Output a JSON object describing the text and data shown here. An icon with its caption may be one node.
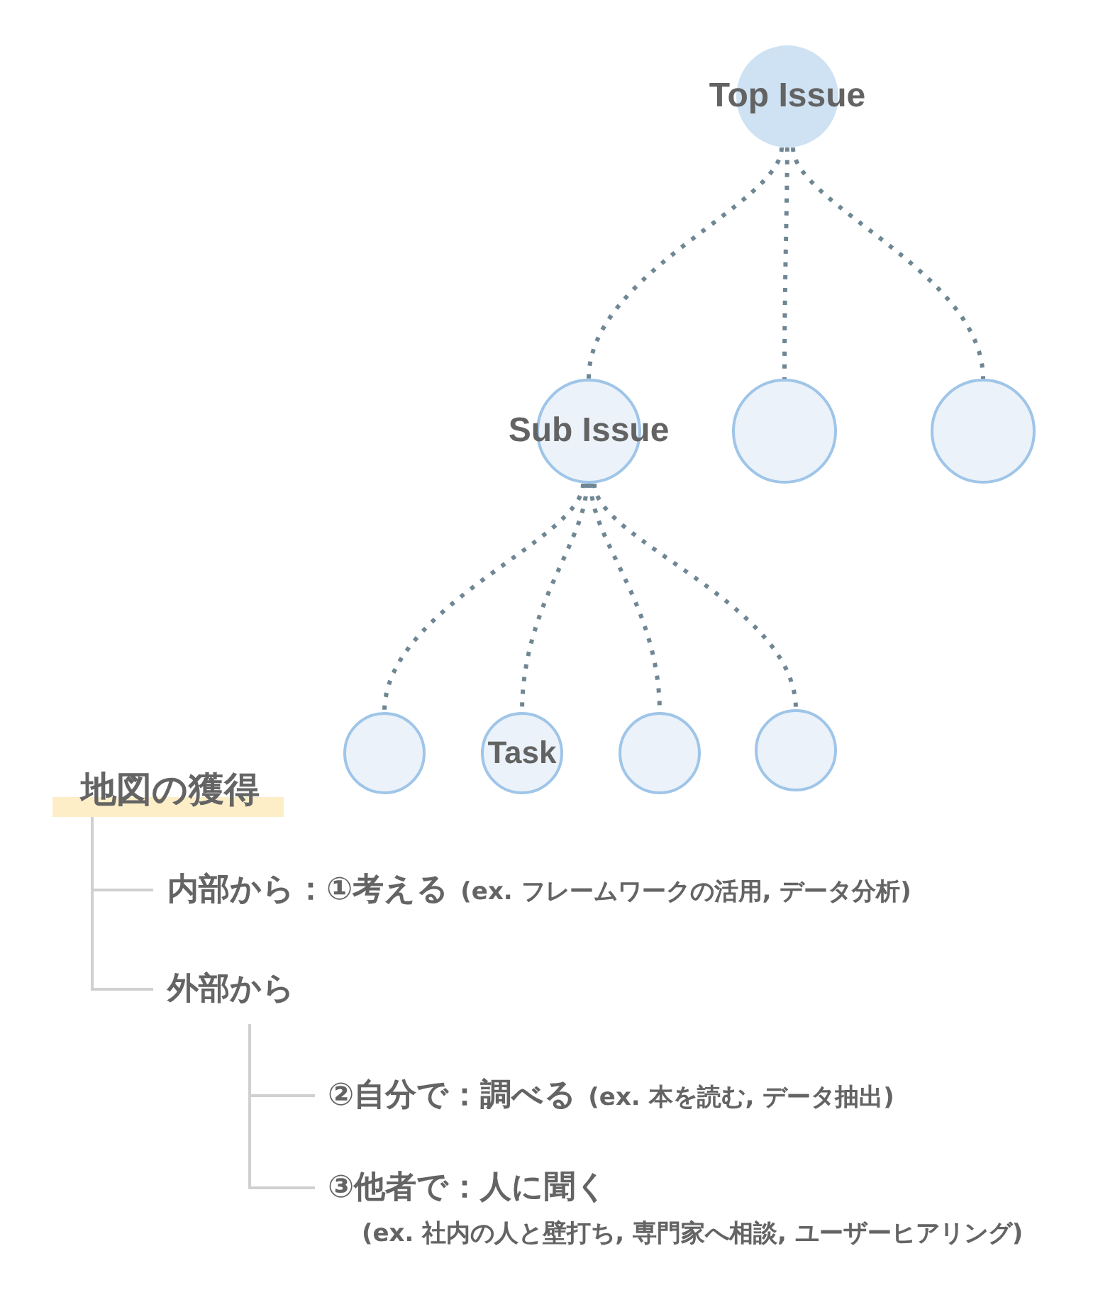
{
  "diagram": {
    "nodes": [
      {
        "text": [
          "Top Issue"
        ]
      },
      {
        "text": [
          "Sub Issue"
        ]
      },
      {
        "text": [],
        "shape": "circle"
      },
      {
        "text": [],
        "shape": "circle"
      },
      {
        "text": [],
        "shape": "circle"
      },
      {
        "text": [
          "Task"
        ]
      },
      {
        "text": [],
        "shape": "circle"
      },
      {
        "text": [],
        "shape": "circle"
      },
      {
        "text": [
          "地図の獲得"
        ]
      },
      {
        "text": [
          "内部から：①考える",
          "(ex. フレームワークの活用, データ分析)"
        ]
      },
      {
        "text": [
          "外部から"
        ]
      },
      {
        "text": [
          "②自分で：調べる",
          "(ex. 本を読む, データ抽出)"
        ]
      },
      {
        "text": [
          "③他者で：人に聞く",
          "(ex. 社内の人と壁打ち, 専門家へ相談, ユーザーヒアリング)"
        ]
      }
    ],
    "edges": [
      {
        "from": 0,
        "to": 1,
        "arrow": "none",
        "style": "dashed"
      },
      {
        "from": 0,
        "to": 2,
        "arrow": "none",
        "style": "dashed"
      },
      {
        "from": 0,
        "to": 3,
        "arrow": "none",
        "style": "dashed"
      },
      {
        "from": 1,
        "to": 4,
        "arrow": "none",
        "style": "dashed"
      },
      {
        "from": 1,
        "to": 5,
        "arrow": "none",
        "style": "dashed"
      },
      {
        "from": 1,
        "to": 6,
        "arrow": "none",
        "style": "dashed"
      },
      {
        "from": 1,
        "to": 7,
        "arrow": "none",
        "style": "dashed"
      },
      {
        "from": 8,
        "to": 9,
        "arrow": "none",
        "color": "#d0d0d0"
      },
      {
        "from": 8,
        "to": 10,
        "arrow": "none",
        "color": "#d0d0d0"
      },
      {
        "from": 10,
        "to": 11,
        "arrow": "none",
        "color": "#d0d0d0"
      },
      {
        "from": 10,
        "to": 12,
        "arrow": "none",
        "color": "#d0d0d0"
      }
    ]
  }
}
